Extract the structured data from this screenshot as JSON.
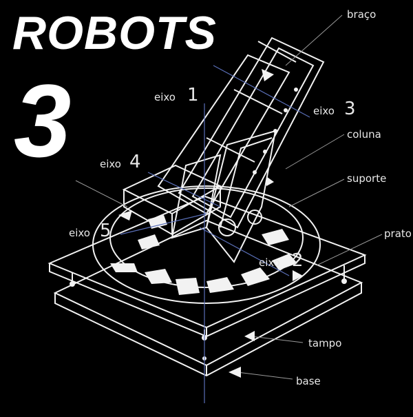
{
  "title": "ROBOTS",
  "number": "3",
  "labels": {
    "braco": "braço",
    "eixo1_word": "eixo",
    "eixo1_num": "1",
    "eixo3_word": "eixo",
    "eixo3_num": "3",
    "coluna": "coluna",
    "eixo4_word": "eixo",
    "eixo4_num": "4",
    "suporte": "suporte",
    "eixo5_word": "eixo",
    "eixo5_num": "5",
    "prato": "prato",
    "eixo2_word": "eixo",
    "eixo2_num": "2",
    "tampo": "tampo",
    "base": "base"
  },
  "colors": {
    "background": "#000000",
    "foreground": "#ffffff",
    "axis": "#5a6fb8"
  }
}
